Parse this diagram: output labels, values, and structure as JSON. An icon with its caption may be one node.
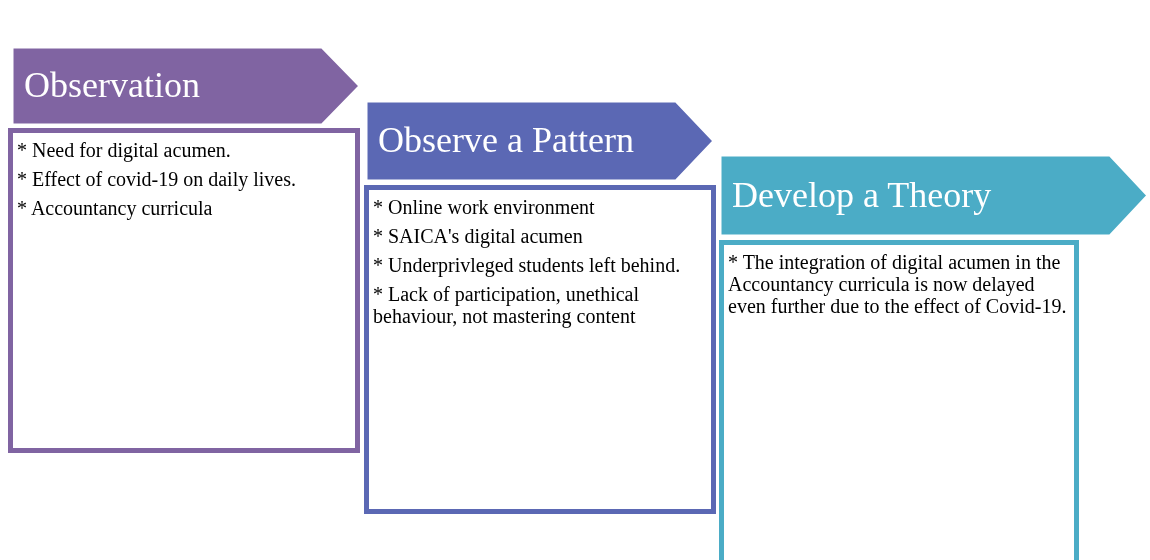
{
  "diagram": {
    "nodes": [
      {
        "text": [
          "Observation"
        ]
      },
      {
        "text": [
          "* Need for digital acumen.",
          "* Effect of covid-19 on daily lives.",
          "* Accountancy curricula"
        ]
      },
      {
        "text": [
          "Observe a Pattern"
        ]
      },
      {
        "text": [
          "* Online work environment",
          "* SAICA's digital acumen",
          "* Underprivleged students left behind.",
          "* Lack of participation, unethical behaviour, not mastering content"
        ]
      },
      {
        "text": [
          "Develop a Theory"
        ]
      },
      {
        "text": [
          "* The integration of digital acumen in the Accountancy curricula is now delayed even further due to the effect of Covid-19."
        ]
      }
    ]
  }
}
